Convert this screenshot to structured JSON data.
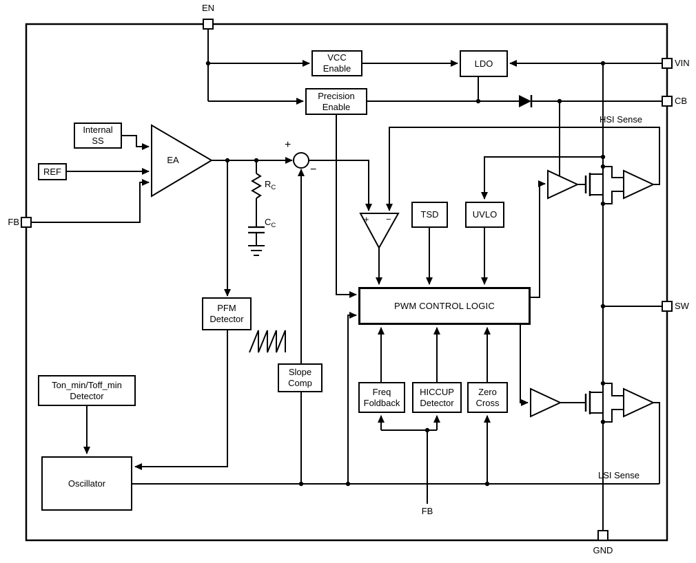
{
  "diagram": {
    "pins": {
      "en": "EN",
      "vin": "VIN",
      "cb": "CB",
      "sw": "SW",
      "gnd": "GND",
      "fb": "FB",
      "fb_bottom": "FB"
    },
    "blocks": {
      "vcc_enable": "VCC\nEnable",
      "ldo": "LDO",
      "precision_enable": "Precision\nEnable",
      "internal_ss": "Internal\nSS",
      "ref": "REF",
      "ea": "EA",
      "pfm_detector": "PFM\nDetector",
      "tsd": "TSD",
      "uvlo": "UVLO",
      "pwm_control_logic": "PWM CONTROL LOGIC",
      "slope_comp": "Slope\nComp",
      "freq_foldback": "Freq\nFoldback",
      "hiccup_detector": "HICCUP\nDetector",
      "zero_cross": "Zero\nCross",
      "ton_toff_detector": "Ton_min/Toff_min\nDetector",
      "oscillator": "Oscillator"
    },
    "labels": {
      "hsi_sense": "HSI Sense",
      "lsi_sense": "LSI Sense",
      "rc": {
        "base": "R",
        "sub": "C"
      },
      "cc": {
        "base": "C",
        "sub": "C"
      },
      "sum_plus": "+",
      "sum_minus": "−",
      "cmp_plus": "+",
      "cmp_minus": "−"
    },
    "colors": {
      "line": "#000000",
      "background": "#ffffff"
    }
  }
}
